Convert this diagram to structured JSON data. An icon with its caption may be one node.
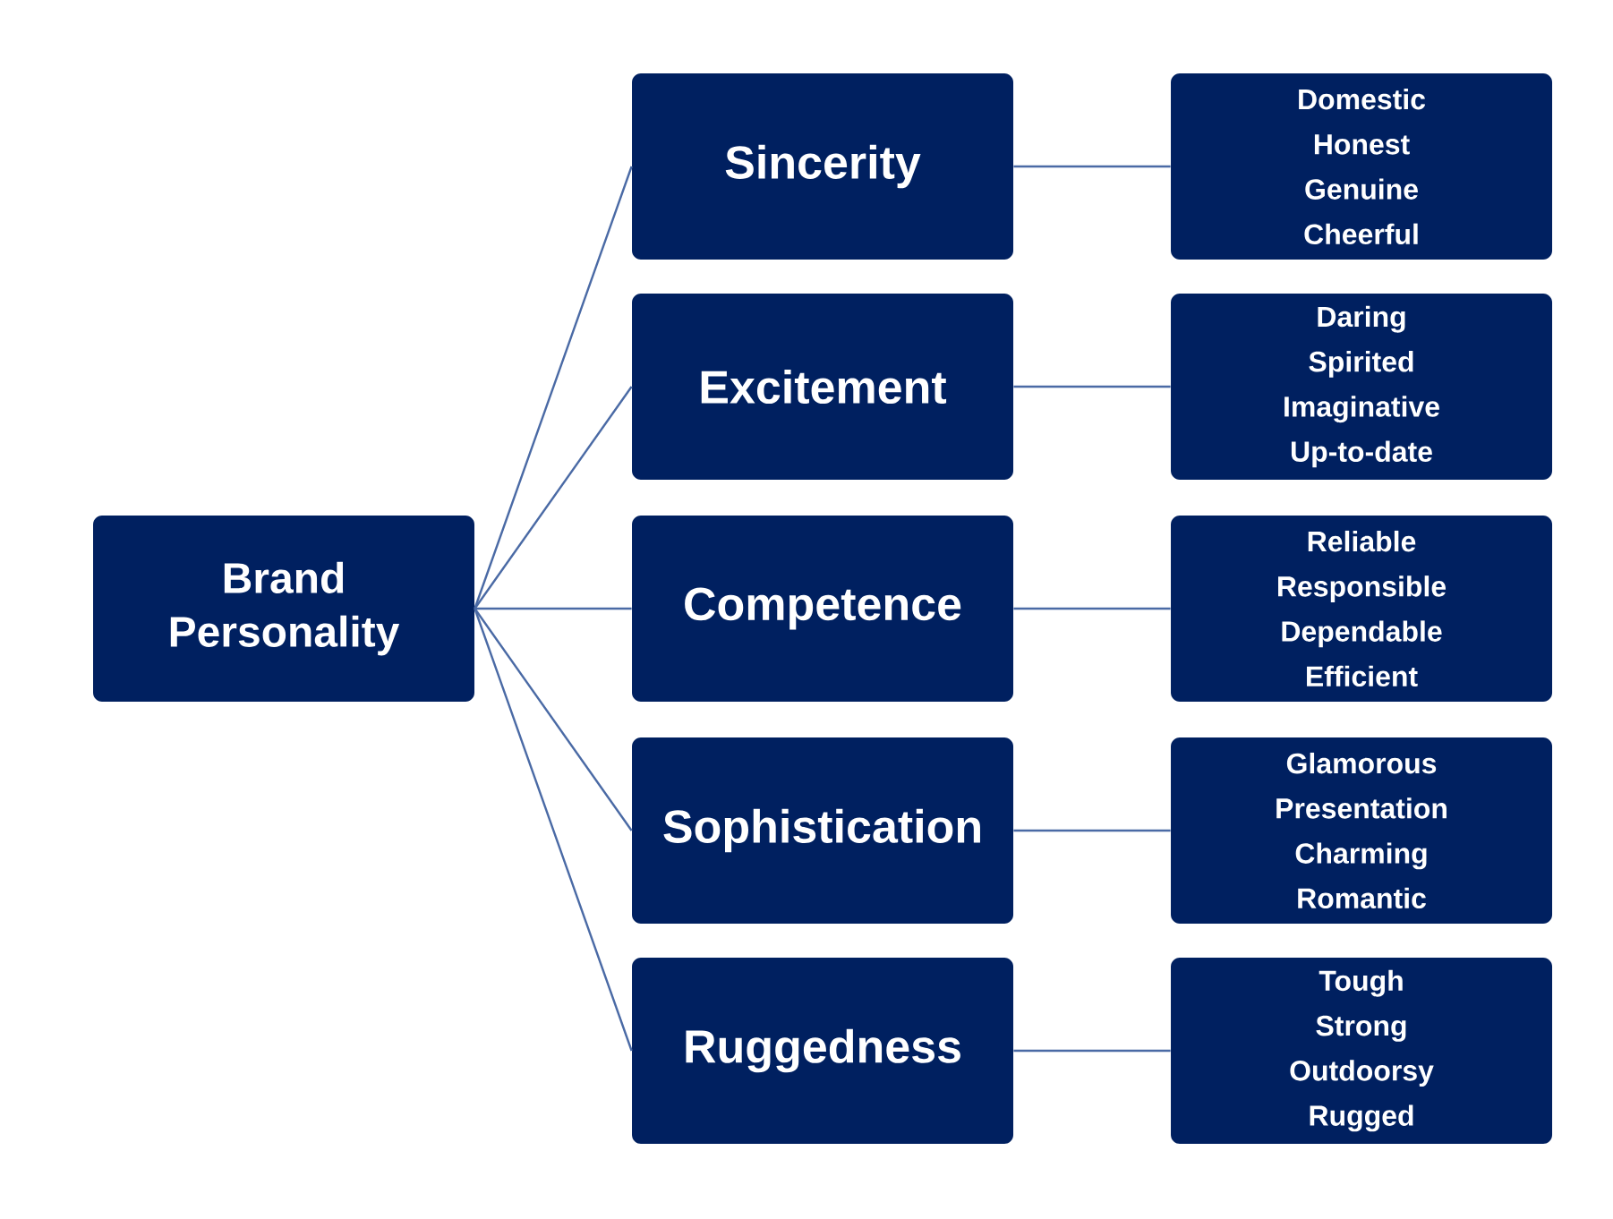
{
  "diagram": {
    "nodes": [
      {
        "text": [
          "Brand Personality"
        ]
      },
      {
        "text": [
          "Sincerity"
        ]
      },
      {
        "text": [
          "Excitement"
        ]
      },
      {
        "text": [
          "Competence"
        ]
      },
      {
        "text": [
          "Sophistication"
        ]
      },
      {
        "text": [
          "Ruggedness"
        ]
      },
      {
        "text": [
          "Domestic",
          "Honest",
          "Genuine",
          "Cheerful"
        ]
      },
      {
        "text": [
          "Daring",
          "Spirited",
          "Imaginative",
          "Up-to-date"
        ]
      },
      {
        "text": [
          "Reliable",
          "Responsible",
          "Dependable",
          "Efficient"
        ]
      },
      {
        "text": [
          "Glamorous",
          "Presentation",
          "Charming",
          "Romantic"
        ]
      },
      {
        "text": [
          "Tough",
          "Strong",
          "Outdoorsy",
          "Rugged"
        ]
      }
    ],
    "edges": [
      {
        "from": 0,
        "to": 1,
        "arrow": "none"
      },
      {
        "from": 0,
        "to": 2,
        "arrow": "none"
      },
      {
        "from": 0,
        "to": 3,
        "arrow": "none"
      },
      {
        "from": 0,
        "to": 4,
        "arrow": "none"
      },
      {
        "from": 0,
        "to": 5,
        "arrow": "none"
      },
      {
        "from": 1,
        "to": 6,
        "arrow": "none"
      },
      {
        "from": 2,
        "to": 7,
        "arrow": "none"
      },
      {
        "from": 3,
        "to": 8,
        "arrow": "none"
      },
      {
        "from": 4,
        "to": 9,
        "arrow": "none"
      },
      {
        "from": 5,
        "to": 10,
        "arrow": "none"
      }
    ]
  }
}
